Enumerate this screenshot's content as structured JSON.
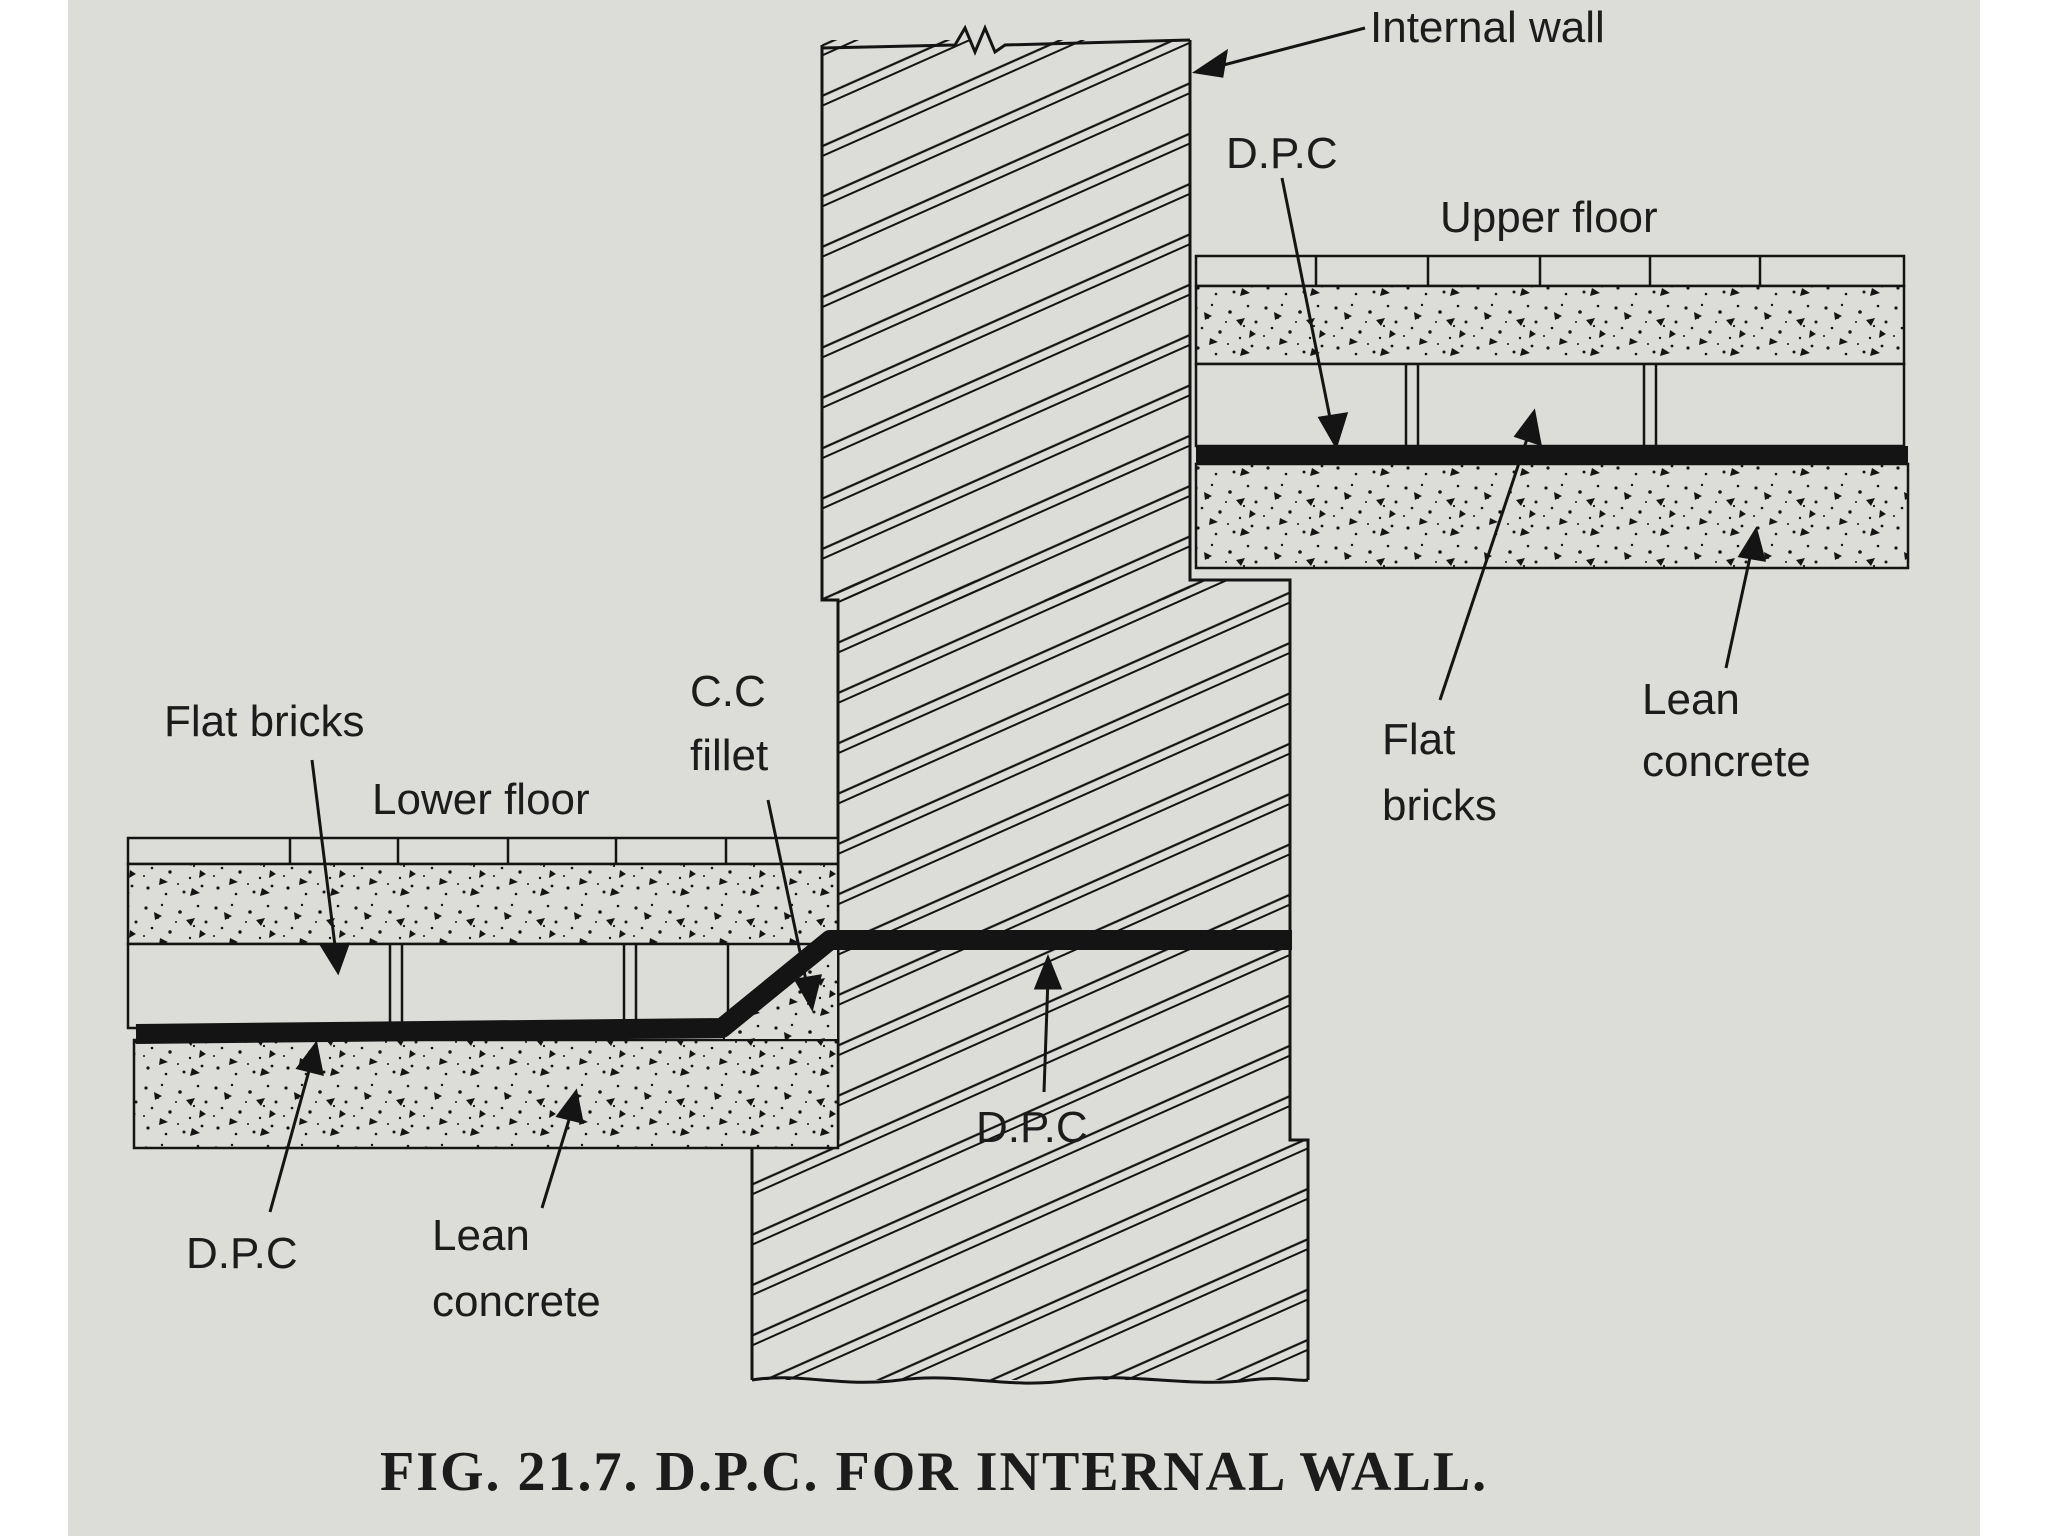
{
  "labels": {
    "internal_wall": "Internal wall",
    "dpc_upper": "D.P.C",
    "upper_floor": "Upper floor",
    "flat_bricks_upper_1": "Flat",
    "flat_bricks_upper_2": "bricks",
    "lean_concrete_upper_1": "Lean",
    "lean_concrete_upper_2": "concrete",
    "flat_bricks_lower": "Flat bricks",
    "lower_floor": "Lower floor",
    "cc_fillet_1": "C.C",
    "cc_fillet_2": "fillet",
    "dpc_wall": "D.P.C",
    "dpc_lower": "D.P.C",
    "lean_concrete_lower_1": "Lean",
    "lean_concrete_lower_2": "concrete"
  },
  "caption": "FIG. 21.7. D.P.C. FOR INTERNAL WALL.",
  "colors": {
    "paper": "#dcdcd8",
    "ink": "#141414",
    "white_bg": "#ffffff"
  }
}
